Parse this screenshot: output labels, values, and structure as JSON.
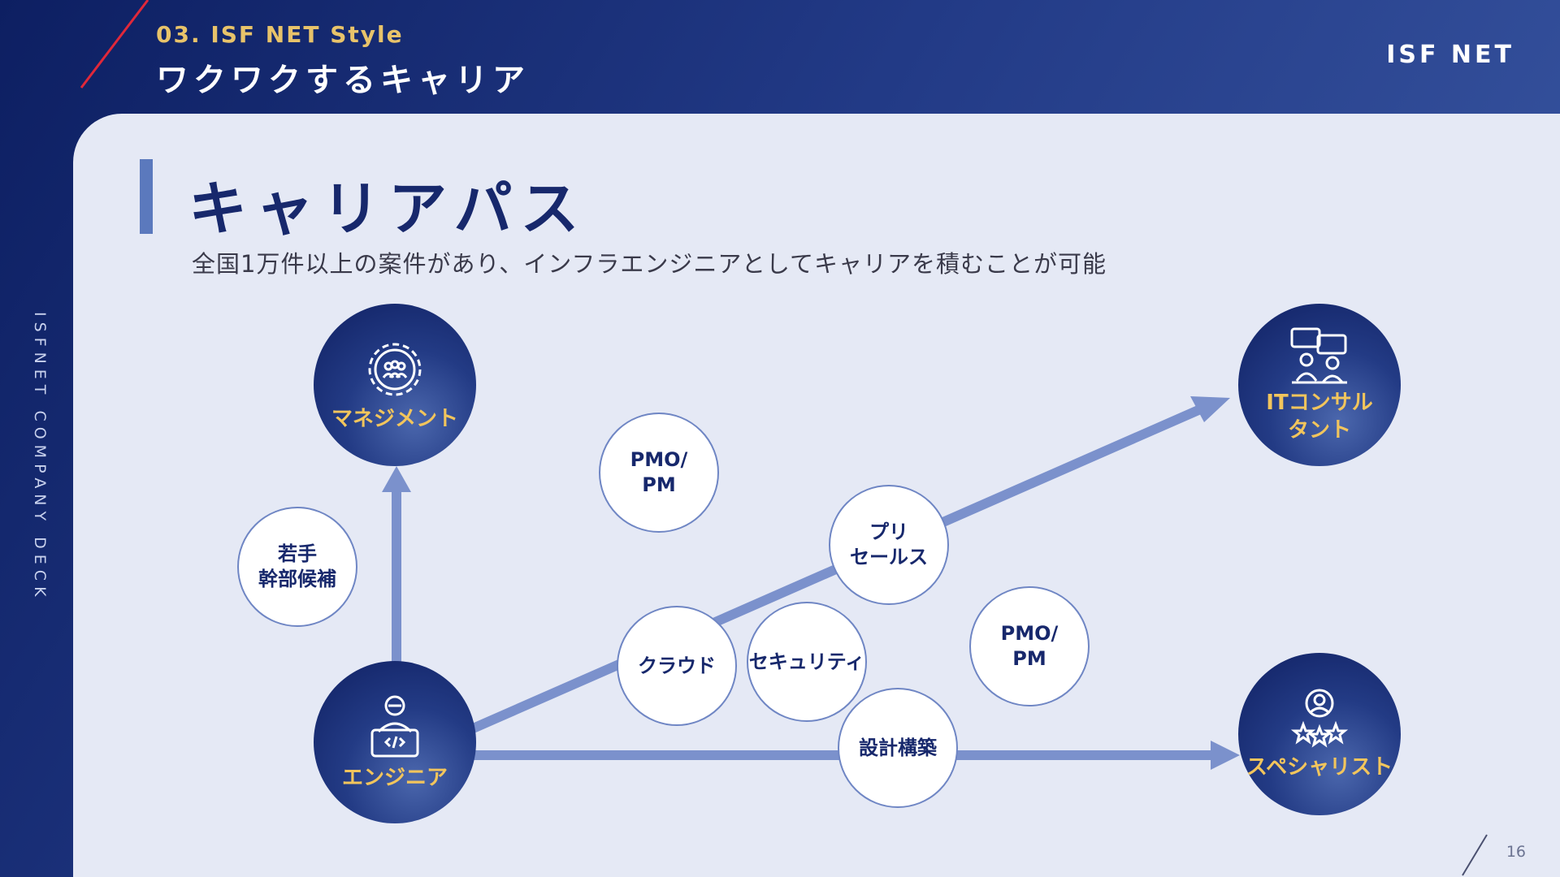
{
  "header": {
    "section_label": "03. ISF NET Style",
    "section_title": "ワクワクするキャリア",
    "logo_text": "ISF NET"
  },
  "sidebar": {
    "vertical_text": "ISFNET COMPANY DECK"
  },
  "main": {
    "title": "キャリアパス",
    "subtitle": "全国1万件以上の案件があり、インフラエンジニアとしてキャリアを積むことが可能"
  },
  "diagram": {
    "major_nodes": {
      "management": {
        "label": "マネジメント",
        "icon": "gear-team-icon"
      },
      "engineer": {
        "label": "エンジニア",
        "icon": "developer-laptop-icon"
      },
      "it_consultant": {
        "label": "ITコンサル\nタント",
        "icon": "consultation-chat-icon"
      },
      "specialist": {
        "label": "スペシャリスト",
        "icon": "specialist-stars-icon"
      }
    },
    "skill_nodes": {
      "young_leader": "若手\n幹部候補",
      "pmo_pm_top": "PMO/\nPM",
      "pre_sales": "プリ\nセールス",
      "cloud": "クラウド",
      "security": "セキュリティ",
      "pmo_pm_right": "PMO/\nPM",
      "design_build": "設計構築"
    }
  },
  "colors": {
    "navy": "#17286c",
    "accent_gold": "#f2c55c",
    "arrow_blue": "#7b91cc",
    "panel_bg": "#e5e9f5",
    "accent_red": "#e0283a"
  },
  "footer": {
    "page_number": "16"
  }
}
